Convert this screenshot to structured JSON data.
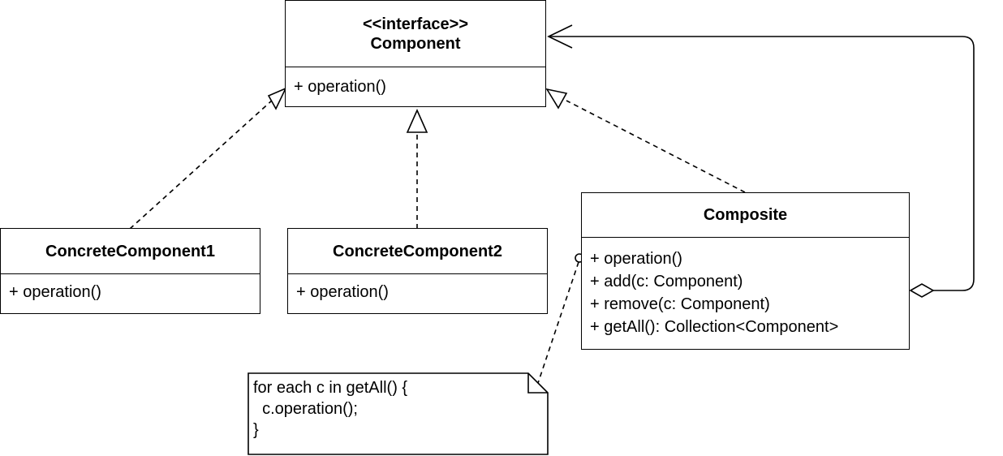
{
  "component": {
    "stereotype": "<<interface>>",
    "name": "Component",
    "operations": [
      "+ operation()"
    ]
  },
  "concrete1": {
    "name": "ConcreteComponent1",
    "operations": [
      "+ operation()"
    ]
  },
  "concrete2": {
    "name": "ConcreteComponent2",
    "operations": [
      "+ operation()"
    ]
  },
  "composite": {
    "name": "Composite",
    "operations": [
      "+ operation()",
      "+ add(c: Component)",
      "+ remove(c: Component)",
      "+ getAll(): Collection<Component>"
    ]
  },
  "note": {
    "lines": [
      "for each c in getAll() {",
      "  c.operation();",
      "}"
    ]
  },
  "colors": {
    "stroke": "#000000",
    "fill": "#ffffff"
  }
}
